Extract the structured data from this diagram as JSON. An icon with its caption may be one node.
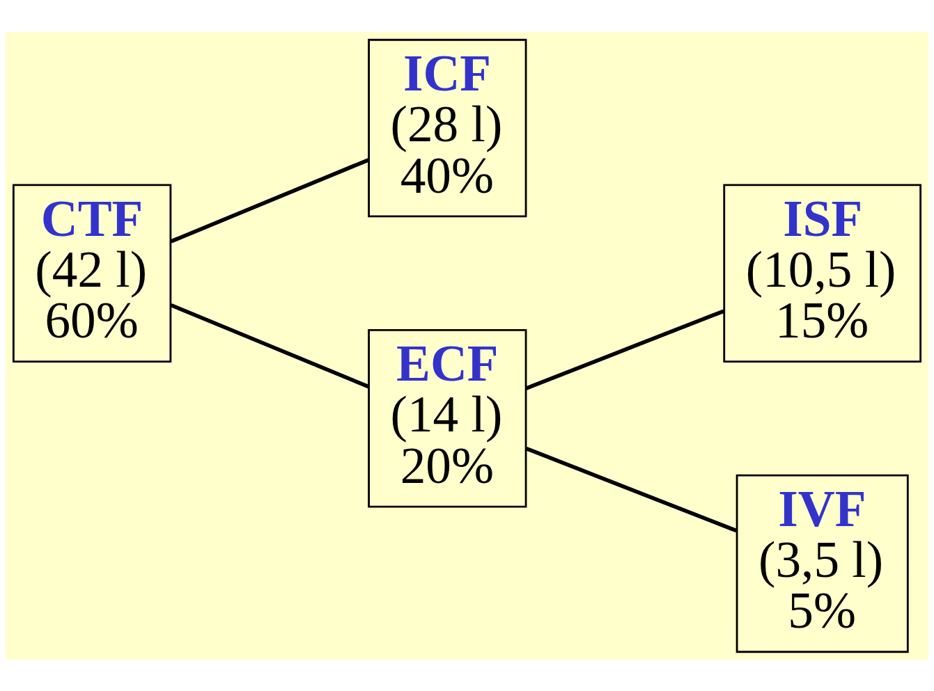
{
  "diagram": {
    "nodes": [
      {
        "text": [
          "CTF",
          "(42 l)",
          "60%"
        ]
      },
      {
        "text": [
          "ICF",
          "(28 l)",
          "40%"
        ]
      },
      {
        "text": [
          "ECF",
          "(14 l)",
          "20%"
        ]
      },
      {
        "text": [
          "ISF",
          "(10,5 l)",
          "15%"
        ]
      },
      {
        "text": [
          "IVF",
          "(3,5 l)",
          "5%"
        ]
      }
    ],
    "edges": [
      {
        "from": 0,
        "to": 1,
        "arrow": "none"
      },
      {
        "from": 0,
        "to": 2,
        "arrow": "none"
      },
      {
        "from": 2,
        "to": 3,
        "arrow": "none"
      },
      {
        "from": 2,
        "to": 4,
        "arrow": "none"
      }
    ]
  }
}
